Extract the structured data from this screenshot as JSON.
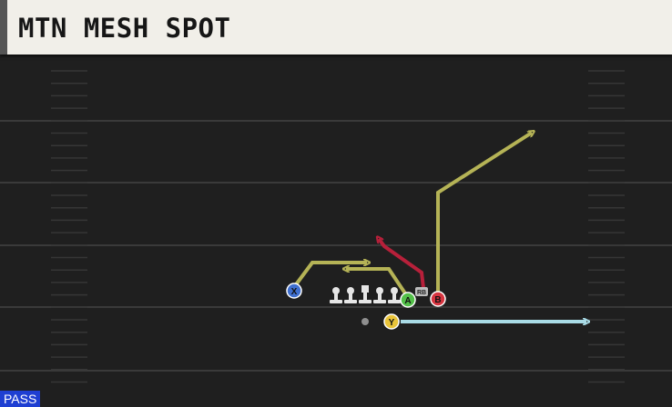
{
  "play": {
    "name": "MTN MESH SPOT",
    "type": "PASS"
  },
  "colors": {
    "field": "#1f1f1f",
    "yard_line": "#3a3a3a",
    "route_yellow": "#b5b356",
    "route_red": "#b7203a",
    "route_blue": "#a9dbe6",
    "type_badge": "#1e3fd2"
  },
  "players": {
    "x": {
      "label": "X",
      "color": "#3f6fcf"
    },
    "a": {
      "label": "A",
      "color": "#53c049"
    },
    "b": {
      "label": "B",
      "color": "#d6343f"
    },
    "y": {
      "label": "Y",
      "color": "#e9c43a"
    },
    "rb": {
      "label": "RB"
    }
  }
}
